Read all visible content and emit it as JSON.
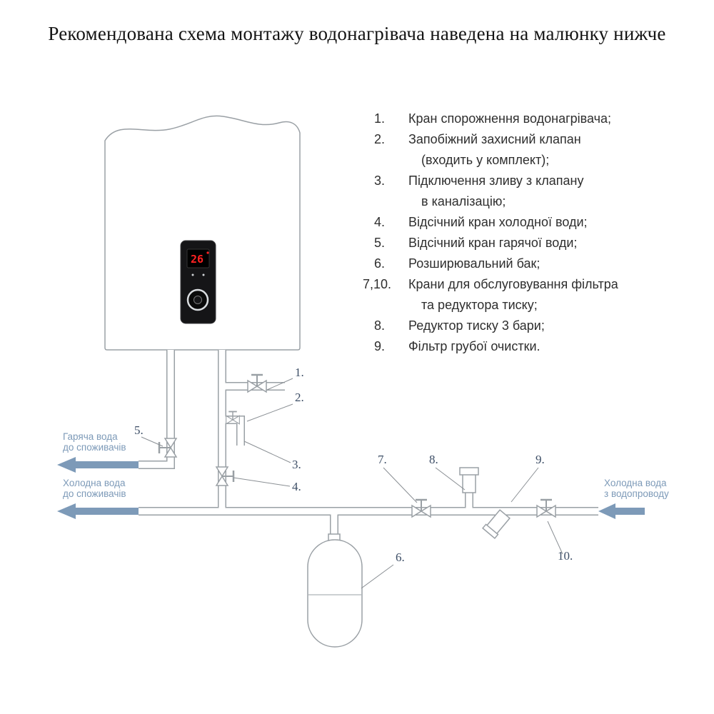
{
  "title": "Рекомендована схема монтажу водонагрівача наведена на малюнку нижче",
  "heater": {
    "display_temp": "26"
  },
  "legend": {
    "items": [
      {
        "num": "1.",
        "text": "Кран спорожнення водонагрівача;"
      },
      {
        "num": "2.",
        "text": "Запобіжний захисний клапан\n(входить у комплект);"
      },
      {
        "num": "3.",
        "text": "Підключення зливу з клапану\nв каналізацію;"
      },
      {
        "num": "4.",
        "text": "Відсічний кран холодної води;"
      },
      {
        "num": "5.",
        "text": "Відсічний кран гарячої води;"
      },
      {
        "num": "6.",
        "text": "Розширювальний бак;"
      },
      {
        "num": "7,10.",
        "text": "Крани для обслуговування фільтра\nта редуктора тиску;"
      },
      {
        "num": "8.",
        "text": "Редуктор тиску 3 бари;"
      },
      {
        "num": "9.",
        "text": "Фільтр грубої очистки."
      }
    ]
  },
  "labels": {
    "hot_out_line1": "Гаряча вода",
    "hot_out_line2": "до споживачів",
    "cold_out_line1": "Холодна вода",
    "cold_out_line2": "до споживачів",
    "cold_in_line1": "Холодна вода",
    "cold_in_line2": "з водопроводу"
  },
  "callouts": {
    "n1": "1.",
    "n2": "2.",
    "n3": "3.",
    "n4": "4.",
    "n5": "5.",
    "n6": "6.",
    "n7": "7.",
    "n8": "8.",
    "n9": "9.",
    "n10": "10."
  },
  "colors": {
    "line": "#9aa0a5",
    "flow_label": "#7d9ab8",
    "callout": "#3d4e66",
    "display": "#ff2222"
  }
}
